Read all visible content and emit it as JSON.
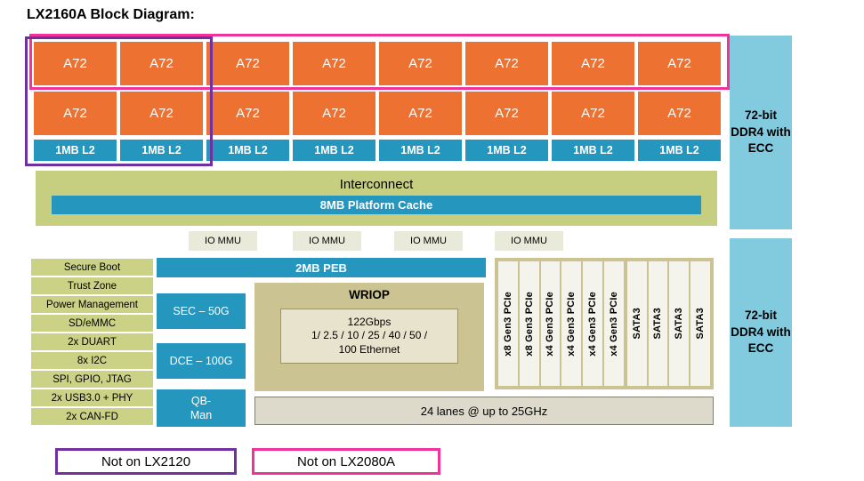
{
  "title": "LX2160A Block Diagram:",
  "colors": {
    "core_orange": "#ED7131",
    "teal_blue": "#2596BE",
    "olive_green": "#C6CF80",
    "peripheral_green": "#CBD286",
    "tan": "#CCC392",
    "beige": "#EAEADB",
    "ddr_cyan": "#82CBDE",
    "purple_outline": "#7030A0",
    "pink_outline": "#F0339B"
  },
  "cores": {
    "core_label": "A72",
    "l2_label": "1MB L2"
  },
  "interconnect": {
    "label": "Interconnect",
    "cache_label": "8MB Platform Cache"
  },
  "iommu_label": "IO MMU",
  "peripherals": [
    "Secure Boot",
    "Trust Zone",
    "Power Management",
    "SD/eMMC",
    "2x DUART",
    "8x I2C",
    "SPI, GPIO,  JTAG",
    "2x USB3.0 + PHY",
    "2x CAN-FD"
  ],
  "accelerators": {
    "peb": "2MB PEB",
    "sec": "SEC – 50G",
    "dce": "DCE – 100G",
    "qbman_lines": [
      "QB-",
      "Man"
    ]
  },
  "wriop": {
    "title": "WRIOP",
    "lines": [
      "122Gbps",
      "1/ 2.5 / 10 / 25 / 40 / 50 /",
      "100 Ethernet"
    ]
  },
  "serdes": {
    "lanes": [
      "x8 Gen3 PCIe",
      "x8 Gen3 PCIe",
      "x4 Gen3 PCIe",
      "x4 Gen3 PCIe",
      "x4 Gen3 PCIe",
      "x4 Gen3 PCIe",
      "SATA3",
      "SATA3",
      "SATA3",
      "SATA3"
    ],
    "summary": "24 lanes @ up to 25GHz"
  },
  "memory": {
    "ddr_top": "72-bit DDR4 with ECC",
    "ddr_bottom": "72-bit DDR4 with ECC"
  },
  "legend": {
    "purple_label": "Not on LX2120",
    "pink_label": "Not on LX2080A"
  }
}
